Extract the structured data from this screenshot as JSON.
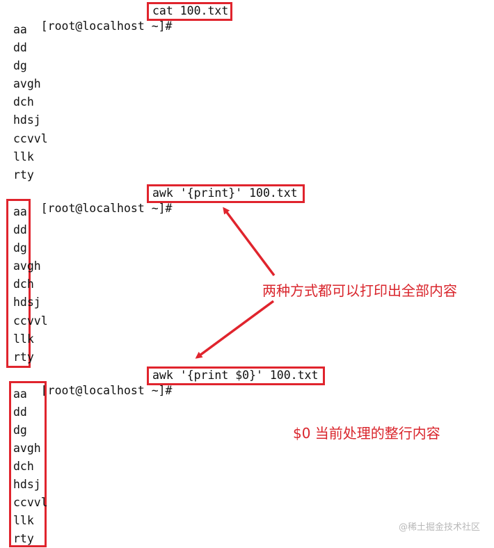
{
  "terminal": {
    "block1": {
      "prompt": "[root@localhost ~]#",
      "command": "cat 100.txt",
      "output": [
        "aa",
        "dd",
        "dg",
        "avgh",
        "dch",
        "hdsj",
        "ccvvl",
        "llk",
        "rty"
      ]
    },
    "block2": {
      "prompt": "[root@localhost ~]#",
      "command": "awk '{print}' 100.txt",
      "output": [
        "aa",
        "dd",
        "dg",
        "avgh",
        "dch",
        "hdsj",
        "ccvvl",
        "llk",
        "rty"
      ]
    },
    "block3": {
      "prompt": "[root@localhost ~]#",
      "command": "awk '{print $0}' 100.txt",
      "output": [
        "aa",
        "dd",
        "dg",
        "avgh",
        "dch",
        "hdsj",
        "ccvvl",
        "llk",
        "rty"
      ]
    }
  },
  "annotations": {
    "both_print_all": "两种方式都可以打印出全部内容",
    "dollar_zero": "$0 当前处理的整行内容"
  },
  "watermark": "@稀土掘金技术社区",
  "colors": {
    "highlight": "#e0242d",
    "annotation_text": "#d9252c",
    "terminal_text": "#111111",
    "background": "#ffffff"
  }
}
